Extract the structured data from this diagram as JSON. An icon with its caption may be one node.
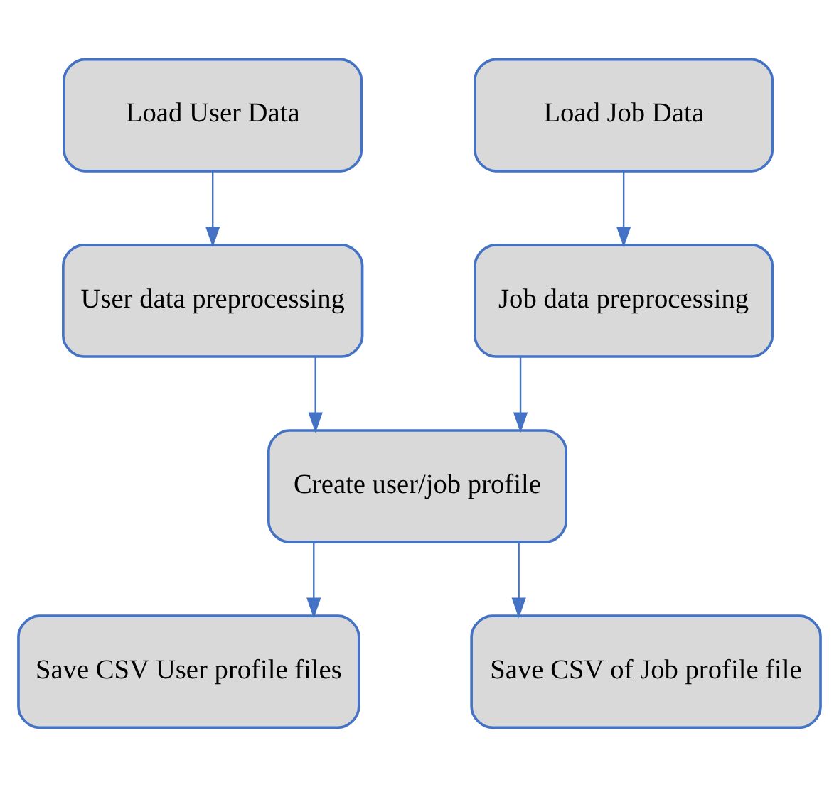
{
  "diagram": {
    "nodes": [
      {
        "text": [
          "Load User Data"
        ]
      },
      {
        "text": [
          "Load Job Data"
        ]
      },
      {
        "text": [
          "User data preprocessing"
        ]
      },
      {
        "text": [
          "Job data preprocessing"
        ]
      },
      {
        "text": [
          "Create user/job profile"
        ]
      },
      {
        "text": [
          "Save CSV User profile files"
        ]
      },
      {
        "text": [
          "Save CSV of Job profile file"
        ]
      }
    ],
    "edges": [
      {
        "from": 0,
        "to": 2,
        "arrow": "to"
      },
      {
        "from": 1,
        "to": 3,
        "arrow": "to"
      },
      {
        "from": 2,
        "to": 4,
        "arrow": "to"
      },
      {
        "from": 3,
        "to": 4,
        "arrow": "to"
      },
      {
        "from": 4,
        "to": 5,
        "arrow": "to"
      },
      {
        "from": 4,
        "to": 6,
        "arrow": "to"
      }
    ]
  }
}
